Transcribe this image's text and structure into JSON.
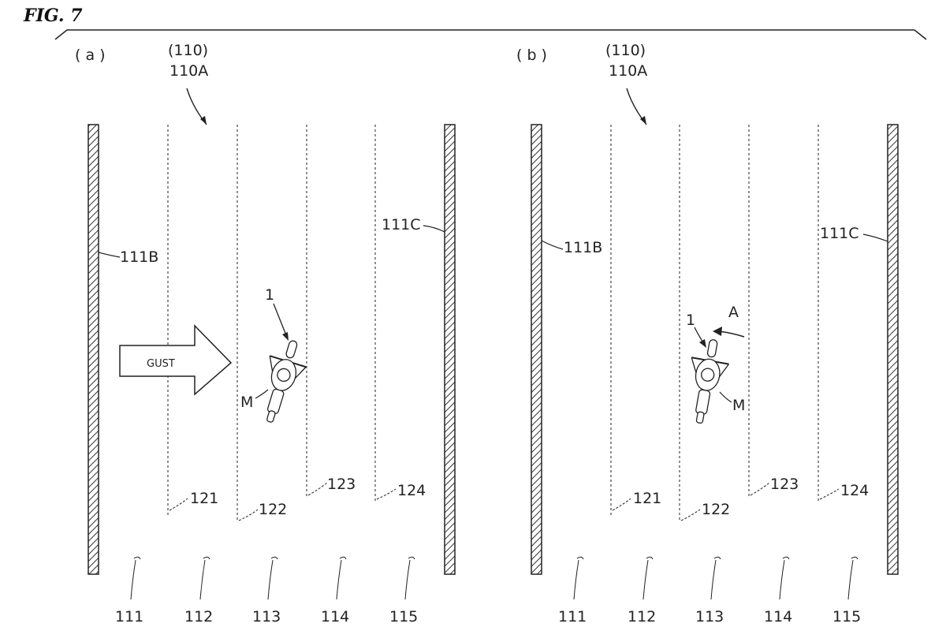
{
  "figure_title": "FIG. 7",
  "panels": [
    {
      "id": "a",
      "label": "( a )",
      "ref_paren": "(110)",
      "ref_road": "110A",
      "wall_left": "111B",
      "wall_right": "111C",
      "rider_label": "1",
      "motorcycle_label": "M",
      "gust_label": "GUST",
      "boundary_labels": [
        "121",
        "122",
        "123",
        "124"
      ],
      "lane_labels": [
        "111",
        "112",
        "113",
        "114",
        "115"
      ]
    },
    {
      "id": "b",
      "label": "( b )",
      "ref_paren": "(110)",
      "ref_road": "110A",
      "wall_left": "111B",
      "wall_right": "111C",
      "rider_label": "1",
      "motorcycle_label": "M",
      "arrow_label": "A",
      "boundary_labels": [
        "121",
        "122",
        "123",
        "124"
      ],
      "lane_labels": [
        "111",
        "112",
        "113",
        "114",
        "115"
      ]
    }
  ]
}
